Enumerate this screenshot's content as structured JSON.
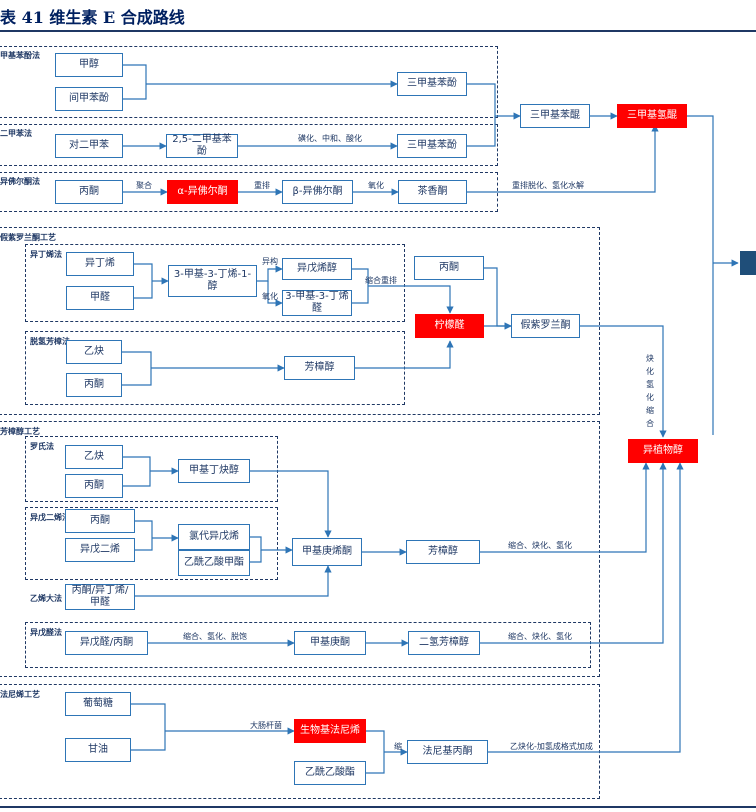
{
  "title": "表 41 维生素 E 合成路线",
  "groups": {
    "g1": "甲基苯酚法",
    "g2": "二甲苯法",
    "g3": "异佛尔酮法",
    "g4": "假紫罗兰酮工艺",
    "g4a": "异丁烯法",
    "g4b": "脱氢芳樟法",
    "g5": "芳樟醇工艺",
    "g5a": "罗氏法",
    "g5b": "异戊二烯法",
    "g5c": "乙烯大法",
    "g5d": "异戊醛法",
    "g6": "法尼烯工艺"
  },
  "nodes": {
    "methanol": "甲醇",
    "m_cresol": "间甲苯酚",
    "tmp_top": "三甲基苯酚",
    "p_xylene": "对二甲苯",
    "xylenol": "2,5-二甲基苯酚",
    "tmp_mid": "三甲基苯酚",
    "acetone1": "丙酮",
    "a_isophorone": "α-异佛尔酮",
    "b_isophorone": "β-异佛尔酮",
    "ketoisophorone": "茶香酮",
    "tmbq": "三甲基苯醌",
    "tmhq": "三甲基氢醌",
    "isobutene": "异丁烯",
    "formaldehyde": "甲醛",
    "mbo": "3-甲基-3-丁烯-1-醇",
    "prenol": "异戊烯醇",
    "prenal": "3-甲基-3-丁烯醛",
    "acetone2": "丙酮",
    "citral": "柠檬醛",
    "pseudoionone": "假紫罗兰酮",
    "acetylene1": "乙炔",
    "acetone3": "丙酮",
    "dehydrolinalool": "芳樟醇",
    "acetylene2": "乙炔",
    "acetone4": "丙酮",
    "mbyn": "甲基丁炔醇",
    "acetone5": "丙酮",
    "isoprene": "异戊二烯",
    "prenyl_chloride": "氯代异戊烯",
    "ethyl_acetoacetate": "乙酰乙酸甲酯",
    "methylheptenone": "甲基庚烯酮",
    "linalool": "芳樟醇",
    "isobutene_mix": "丙酮/异丁烯/甲醛",
    "isovaleraldehyde": "异戊醛/丙酮",
    "methylheptanone": "甲基庚酮",
    "dihydrolinalool": "二氢芳樟醇",
    "isophytol": "异植物醇",
    "glucose": "葡萄糖",
    "glycerol": "甘油",
    "farnesene": "生物基法尼烯",
    "ethyl_acetoacetate2": "乙酰乙酸酯",
    "farnesylacetone": "法尼基丙酮"
  },
  "edges": {
    "e1": "磺化、中和、酸化",
    "e2": "聚合",
    "e3": "重排",
    "e4": "氧化",
    "e5": "重排脱化、氢化水解",
    "e6": "异构",
    "e7": "氧化",
    "e8": "缩合重排",
    "e9": "炔化\n氢化\n缩合",
    "e10": "缩合、炔化、氢化",
    "e11": "缩合、氢化、脱饱",
    "e12": "缩合、炔化、氢化",
    "e13": "大肠杆菌",
    "e14": "缩",
    "e15": "乙炔化-加氢成格式加成"
  }
}
